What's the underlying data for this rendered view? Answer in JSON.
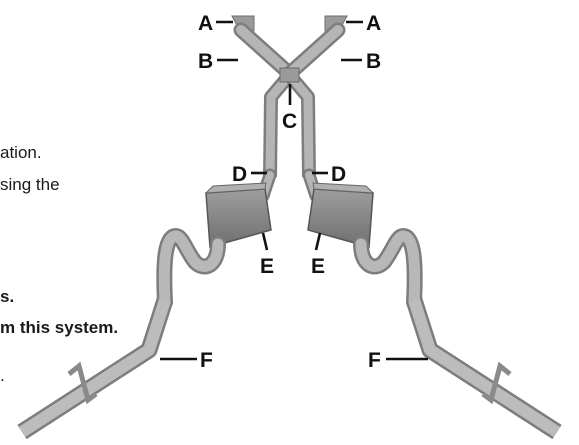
{
  "text_lines": [
    {
      "text": "ation.",
      "bold": false
    },
    {
      "text": "sing the",
      "bold": false
    },
    {
      "text": "s.",
      "bold": true
    },
    {
      "text": "m this system.",
      "bold": true
    },
    {
      "text": ".",
      "bold": false
    }
  ],
  "callouts": {
    "a_left": "A",
    "a_right": "A",
    "b_left": "B",
    "b_right": "B",
    "c": "C",
    "d_left": "D",
    "d_right": "D",
    "e_left": "E",
    "e_right": "E",
    "f_left": "F",
    "f_right": "F"
  },
  "colors": {
    "pipe": "#a9a9a9",
    "pipe_edge": "#7d7d7d",
    "muffler": "#8c8c8c",
    "label": "#111111"
  }
}
